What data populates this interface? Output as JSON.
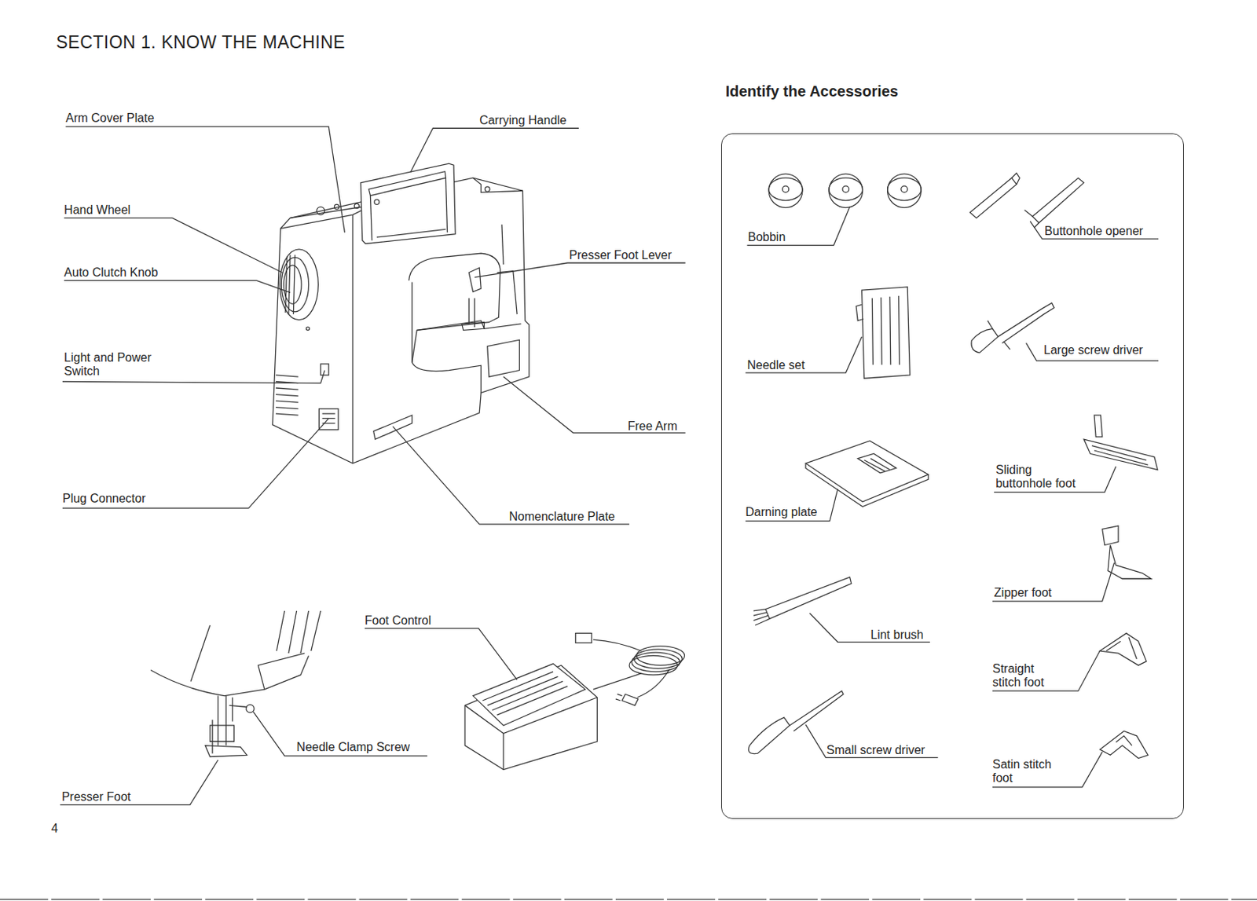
{
  "diagram": {
    "title": "SECTION 1. KNOW THE MACHINE",
    "nodes": [
      {
        "text": [
          "Identify the Accessories"
        ]
      }
    ],
    "labels": [
      "Arm Cover Plate",
      "Carrying Handle",
      "Hand Wheel",
      "Auto Clutch Knob",
      "Presser Foot Lever",
      "Light and Power Switch",
      "Free Arm",
      "Plug Connector",
      "Nomenclature Plate",
      "Foot Control",
      "Needle Clamp Screw",
      "Presser Foot",
      "4",
      "Bobbin",
      "Buttonhole opener",
      "Needle set",
      "Large screw driver",
      "Sliding buttonhole foot",
      "Darning plate",
      "Zipper foot",
      "Lint brush",
      "Straight stitch foot",
      "Small screw driver",
      "Satin stitch foot"
    ]
  }
}
